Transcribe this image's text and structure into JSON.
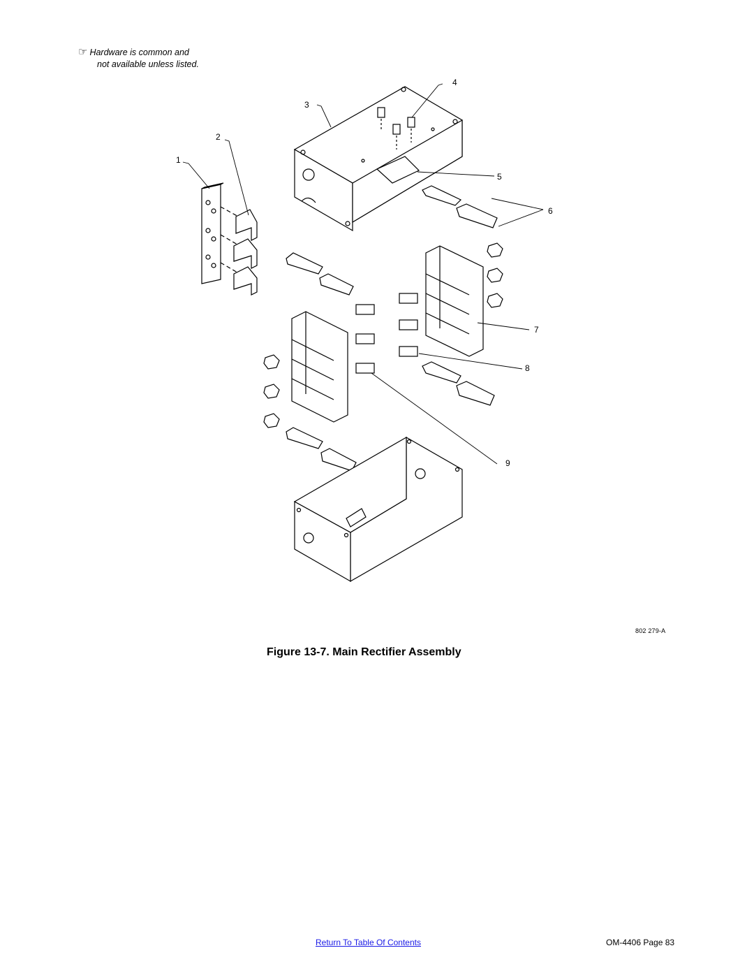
{
  "note": {
    "icon": "pointing-hand-icon",
    "line1": "Hardware is common and",
    "line2": "not available unless listed."
  },
  "callouts": [
    "1",
    "2",
    "3",
    "4",
    "5",
    "6",
    "7",
    "8",
    "9"
  ],
  "drawing_number": "802 279-A",
  "caption": "Figure 13-7. Main Rectifier Assembly",
  "footer": {
    "toc_link": "Return To Table Of Contents",
    "page_label": "OM-4406 Page 83"
  },
  "colors": {
    "link": "#1a1ae6",
    "line": "#000000"
  }
}
